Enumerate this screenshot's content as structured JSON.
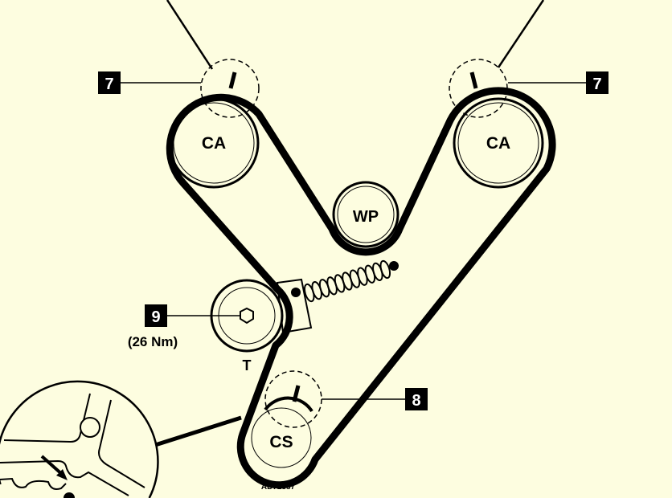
{
  "diagram": {
    "pulleys": {
      "camshaft_left": "CA",
      "camshaft_right": "CA",
      "water_pump": "WP",
      "tensioner": "T",
      "crankshaft": "CS"
    },
    "callouts": {
      "timing_mark_left": "7",
      "timing_mark_right": "7",
      "tensioner_bolt": "9",
      "crank_mark": "8"
    },
    "torque": "(26 Nm)",
    "figure_code": "AD72337"
  }
}
